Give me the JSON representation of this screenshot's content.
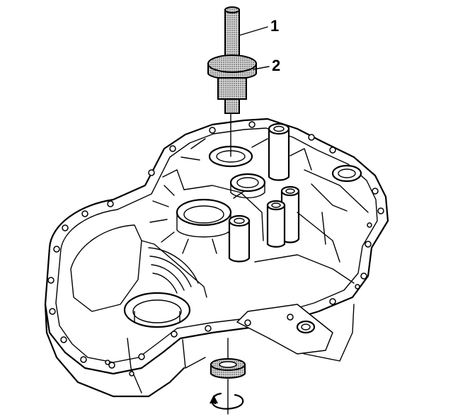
{
  "callouts": [
    {
      "id": "1",
      "label": "1"
    },
    {
      "id": "2",
      "label": "2"
    }
  ],
  "colors": {
    "line": "#000000",
    "background": "#ffffff",
    "tool_fill": "#9a9a9a"
  },
  "icons": {
    "rotation": "rotate-arrow-icon"
  }
}
